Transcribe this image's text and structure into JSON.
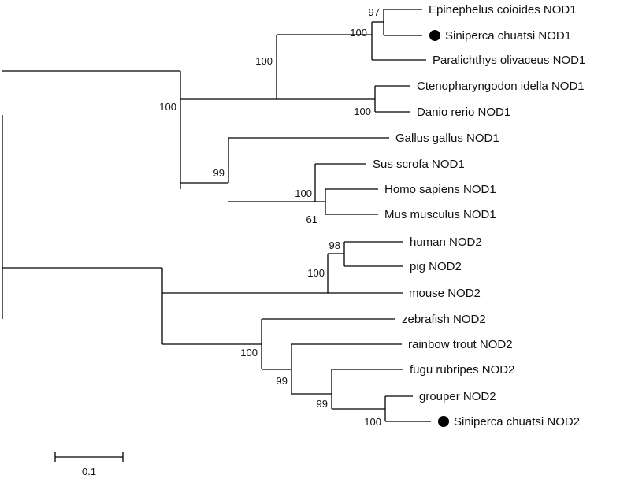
{
  "tree": {
    "leaves": [
      {
        "label": "Epinephelus coioides NOD1",
        "marker": false
      },
      {
        "label": "Siniperca chuatsi NOD1",
        "marker": true
      },
      {
        "label": "Paralichthys olivaceus NOD1",
        "marker": false
      },
      {
        "label": "Ctenopharyngodon idella NOD1",
        "marker": false
      },
      {
        "label": "Danio rerio NOD1",
        "marker": false
      },
      {
        "label": "Gallus gallus NOD1",
        "marker": false
      },
      {
        "label": "Sus scrofa NOD1",
        "marker": false
      },
      {
        "label": "Homo sapiens NOD1",
        "marker": false
      },
      {
        "label": "Mus musculus NOD1",
        "marker": false
      },
      {
        "label": "human NOD2",
        "marker": false
      },
      {
        "label": "pig NOD2",
        "marker": false
      },
      {
        "label": "mouse NOD2",
        "marker": false
      },
      {
        "label": "zebrafish NOD2",
        "marker": false
      },
      {
        "label": "rainbow trout NOD2",
        "marker": false
      },
      {
        "label": "fugu rubripes NOD2",
        "marker": false
      },
      {
        "label": "grouper NOD2",
        "marker": false
      },
      {
        "label": "Siniperca chuatsi NOD2",
        "marker": true
      }
    ],
    "bootstrap": [
      "97",
      "100",
      "100",
      "100",
      "100",
      "99",
      "100",
      "61",
      "98",
      "100",
      "100",
      "99",
      "99",
      "100"
    ]
  },
  "scale_bar": {
    "label": "0.1",
    "value": 0.1
  }
}
